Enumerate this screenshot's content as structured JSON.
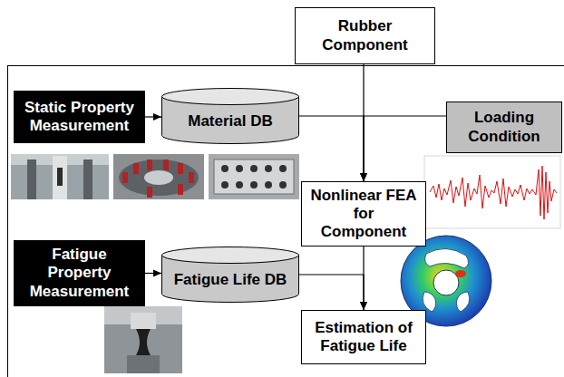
{
  "diagram": {
    "nodes": [
      {
        "text": [
          "Rubber Component"
        ]
      },
      {
        "text": [
          "Static Property Measurement"
        ]
      },
      {
        "text": [
          "Material DB"
        ]
      },
      {
        "text": [
          "Loading Condition"
        ]
      },
      {
        "text": [
          "Nonlinear FEA for Component"
        ]
      },
      {
        "text": [
          "Fatigue Property Measurement"
        ]
      },
      {
        "text": [
          "Fatigue Life DB"
        ]
      },
      {
        "text": [
          "Estimation of Fatigue Life"
        ]
      }
    ],
    "edges": [
      {
        "from": 0,
        "to": 4,
        "arrow": "to"
      },
      {
        "from": 1,
        "to": 2,
        "arrow": "to"
      },
      {
        "from": 2,
        "to": 4,
        "arrow": "to"
      },
      {
        "from": 3,
        "to": 4,
        "arrow": "to"
      },
      {
        "from": 5,
        "to": 6,
        "arrow": "to"
      },
      {
        "from": 6,
        "to": 7,
        "arrow": "to"
      },
      {
        "from": 4,
        "to": 7,
        "arrow": "to"
      }
    ]
  }
}
